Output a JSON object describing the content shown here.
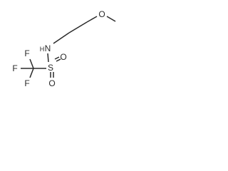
{
  "molecule": {
    "atoms": {
      "oxygen_ether": "O",
      "nitrogen": "N",
      "hydrogen_on_n": "H",
      "sulfur": "S",
      "oxygen_top": "O",
      "oxygen_bottom": "O",
      "fluorine_left": "F",
      "fluorine_top": "F",
      "fluorine_bottom": "F"
    }
  }
}
